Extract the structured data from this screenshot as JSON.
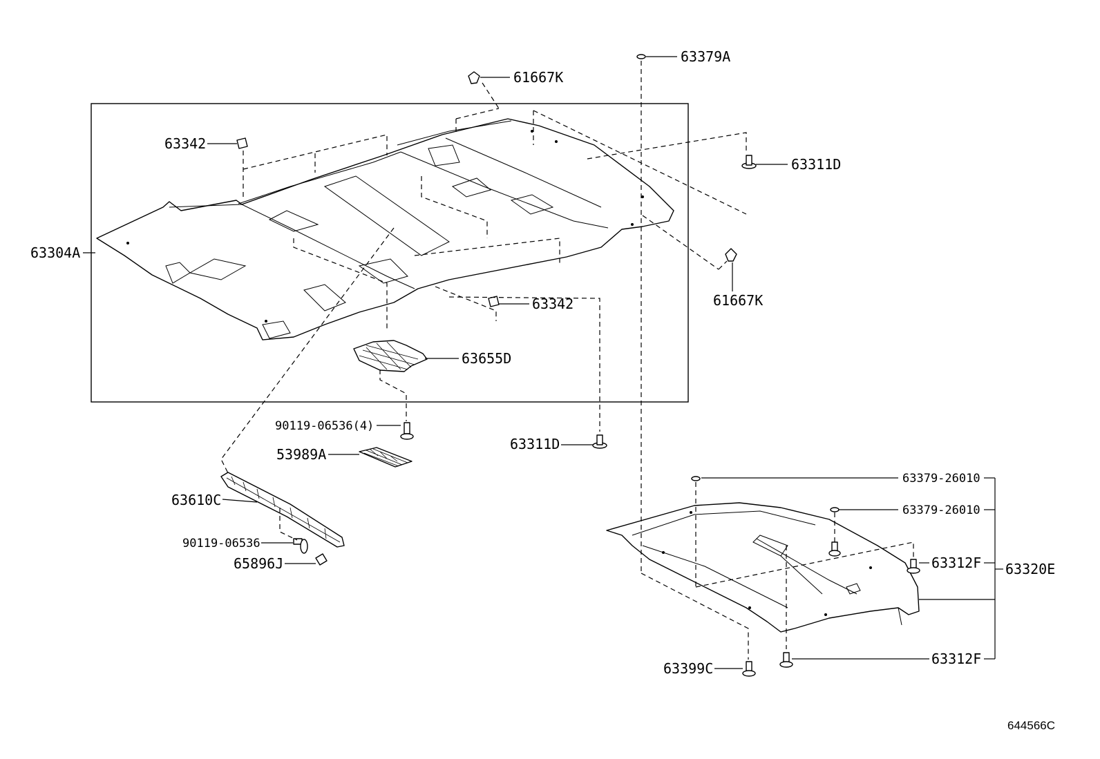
{
  "labels": {
    "p63379A": "63379A",
    "p61667K_top": "61667K",
    "p63342_top": "63342",
    "p63311D_right": "63311D",
    "p63304A": "63304A",
    "p61667K_right": "61667K",
    "p63342_mid": "63342",
    "p63655D": "63655D",
    "p90119_06536_4": "90119-06536(4)",
    "p63311D_low": "63311D",
    "p53989A": "53989A",
    "p63610C": "63610C",
    "p90119_06536": "90119-06536",
    "p65896J": "65896J",
    "p63379_26010_a": "63379-26010",
    "p63379_26010_b": "63379-26010",
    "p63312F_upper": "63312F",
    "p63320E": "63320E",
    "p63312F_lower": "63312F",
    "p63399C": "63399C"
  },
  "diagram_code": "644566C"
}
